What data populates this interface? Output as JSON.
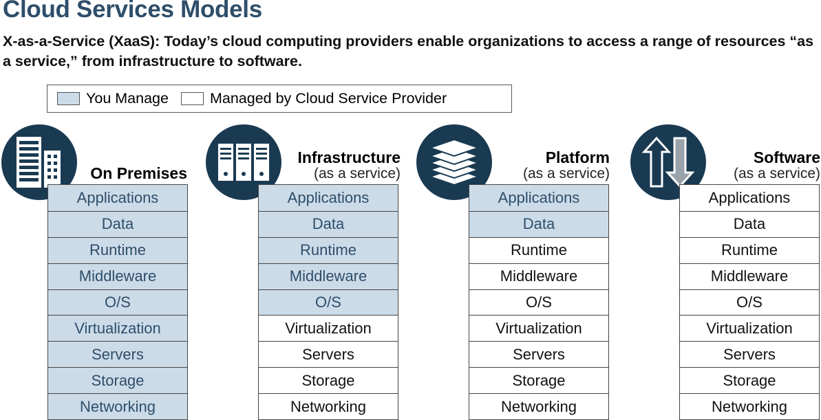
{
  "title": "Cloud Services Models",
  "subtitle": "X-as-a-Service (XaaS): Today’s cloud computing providers enable organizations to access a range of resources “as a service,” from infrastructure to software.",
  "legend": {
    "you_manage": "You Manage",
    "provider_managed": "Managed by Cloud Service Provider"
  },
  "colors": {
    "you_manage_fill": "#ccdbe8",
    "you_manage_text": "#2e4e6a",
    "provider_fill": "#ffffff",
    "icon_circle": "#1a3a52",
    "title": "#2e4e6a"
  },
  "models": [
    {
      "name": "On Premises",
      "sub": "",
      "icon": "office-building-icon",
      "layers": [
        {
          "label": "Applications",
          "managed_by": "you"
        },
        {
          "label": "Data",
          "managed_by": "you"
        },
        {
          "label": "Runtime",
          "managed_by": "you"
        },
        {
          "label": "Middleware",
          "managed_by": "you"
        },
        {
          "label": "O/S",
          "managed_by": "you"
        },
        {
          "label": "Virtualization",
          "managed_by": "you"
        },
        {
          "label": "Servers",
          "managed_by": "you"
        },
        {
          "label": "Storage",
          "managed_by": "you"
        },
        {
          "label": "Networking",
          "managed_by": "you"
        }
      ]
    },
    {
      "name": "Infrastructure",
      "sub": "(as a service)",
      "icon": "server-racks-icon",
      "layers": [
        {
          "label": "Applications",
          "managed_by": "you"
        },
        {
          "label": "Data",
          "managed_by": "you"
        },
        {
          "label": "Runtime",
          "managed_by": "you"
        },
        {
          "label": "Middleware",
          "managed_by": "you"
        },
        {
          "label": "O/S",
          "managed_by": "you"
        },
        {
          "label": "Virtualization",
          "managed_by": "provider"
        },
        {
          "label": "Servers",
          "managed_by": "provider"
        },
        {
          "label": "Storage",
          "managed_by": "provider"
        },
        {
          "label": "Networking",
          "managed_by": "provider"
        }
      ]
    },
    {
      "name": "Platform",
      "sub": "(as a service)",
      "icon": "stacked-layers-icon",
      "layers": [
        {
          "label": "Applications",
          "managed_by": "you"
        },
        {
          "label": "Data",
          "managed_by": "you"
        },
        {
          "label": "Runtime",
          "managed_by": "provider"
        },
        {
          "label": "Middleware",
          "managed_by": "provider"
        },
        {
          "label": "O/S",
          "managed_by": "provider"
        },
        {
          "label": "Virtualization",
          "managed_by": "provider"
        },
        {
          "label": "Servers",
          "managed_by": "provider"
        },
        {
          "label": "Storage",
          "managed_by": "provider"
        },
        {
          "label": "Networking",
          "managed_by": "provider"
        }
      ]
    },
    {
      "name": "Software",
      "sub": "(as a service)",
      "icon": "up-down-arrows-icon",
      "layers": [
        {
          "label": "Applications",
          "managed_by": "provider"
        },
        {
          "label": "Data",
          "managed_by": "provider"
        },
        {
          "label": "Runtime",
          "managed_by": "provider"
        },
        {
          "label": "Middleware",
          "managed_by": "provider"
        },
        {
          "label": "O/S",
          "managed_by": "provider"
        },
        {
          "label": "Virtualization",
          "managed_by": "provider"
        },
        {
          "label": "Servers",
          "managed_by": "provider"
        },
        {
          "label": "Storage",
          "managed_by": "provider"
        },
        {
          "label": "Networking",
          "managed_by": "provider"
        }
      ]
    }
  ]
}
